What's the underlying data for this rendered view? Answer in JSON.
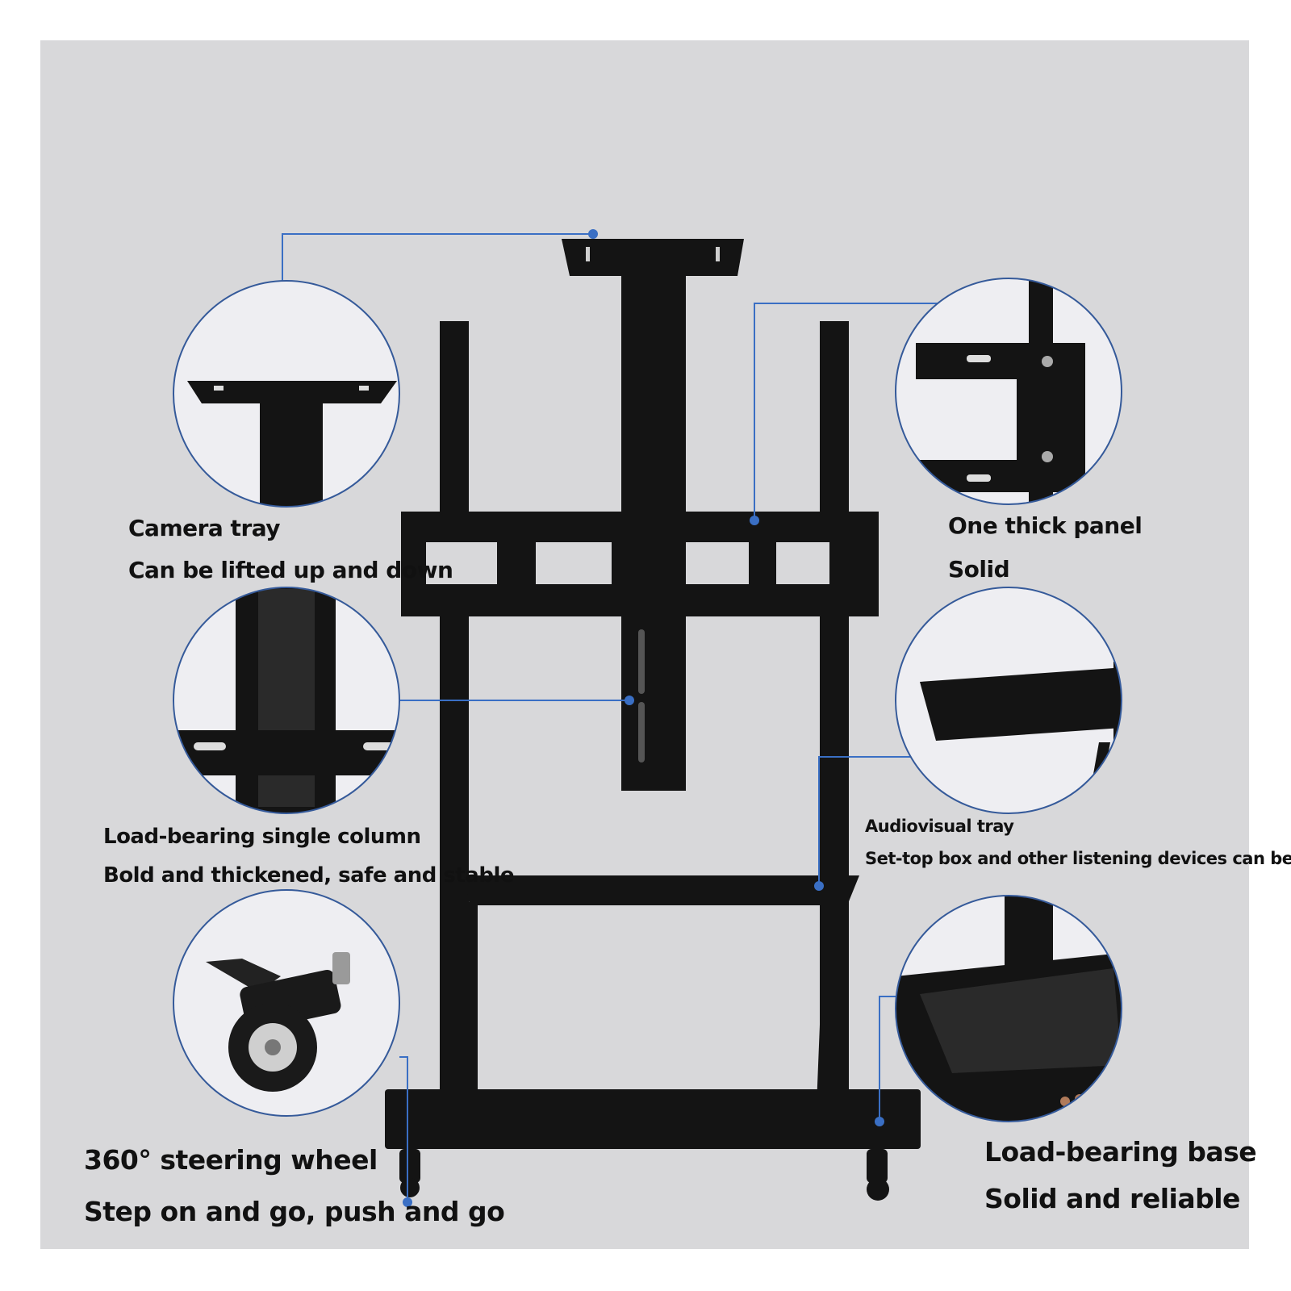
{
  "colors": {
    "backdrop": "#d8d8da",
    "frame": "#ffffff",
    "metal": "#141414",
    "callout_line": "#3a6fc4",
    "circle_fill": "#eeeef2",
    "circle_stroke": "#355a9a",
    "label_text": "#111111"
  },
  "callouts": {
    "camera_tray": {
      "title": "Camera tray",
      "subtitle": "Can be lifted up and down",
      "detail_icon": "camera-tray-closeup"
    },
    "thick_panel": {
      "title": "One thick panel",
      "subtitle": "Solid",
      "detail_icon": "mount-plate-closeup"
    },
    "single_column": {
      "title": "Load-bearing single column",
      "subtitle": "Bold and thickened, safe and stable",
      "detail_icon": "column-closeup"
    },
    "av_tray": {
      "title": "Audiovisual tray",
      "subtitle": "Set-top box and other listening devices can be put",
      "detail_icon": "shelf-closeup"
    },
    "wheel": {
      "title": "360° steering wheel",
      "subtitle": "Step on and go, push and go",
      "detail_icon": "caster-wheel-closeup"
    },
    "base": {
      "title": "Load-bearing base",
      "subtitle": "Solid and reliable",
      "detail_icon": "base-corner-closeup"
    }
  }
}
